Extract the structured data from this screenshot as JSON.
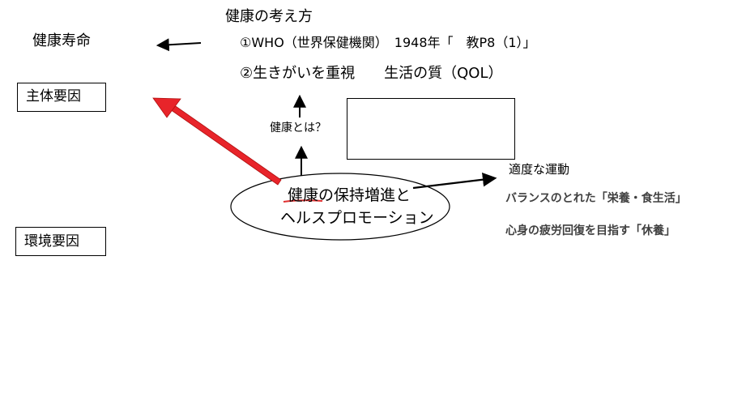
{
  "slide": {
    "title": "健康の考え方",
    "healthy_lifespan": "健康寿命",
    "item1": "①WHO（世界保健機関）　1948年「　教P8（1）」",
    "item2": "②生きがいを重視　　生活の質（QOL）",
    "subjective_factors": "主体要因",
    "environmental_factors": "環境要因",
    "what_is_health": "健康とは？",
    "answer_box": "",
    "center": {
      "word_health": "健康",
      "line1_rest": "の保持増進と",
      "line2": "ヘルスプロモーション"
    },
    "exercise": "適度な運動",
    "nutrition": "バランスのとれた「栄養・食生活」",
    "rest": "心身の疲労回復を目指す「休養」"
  },
  "colors": {
    "red_arrow": "#e8242a",
    "underline": "#e03030",
    "text": "#000000",
    "gray_text": "#404040"
  }
}
